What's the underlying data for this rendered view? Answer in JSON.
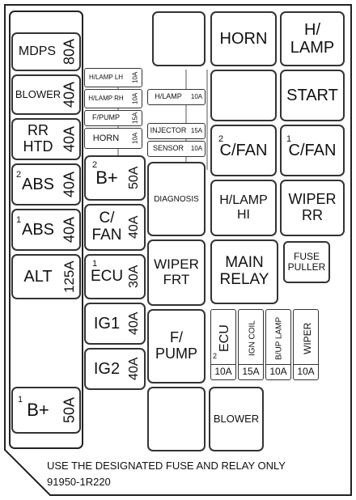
{
  "left_column": [
    {
      "name": "MDPS",
      "amp": "80A"
    },
    {
      "name": "BLOWER",
      "amp": "40A"
    },
    {
      "name": "RR HTD",
      "amp": "40A"
    },
    {
      "name": "ABS",
      "sup": "2",
      "amp": "40A"
    },
    {
      "name": "ABS",
      "sup": "1",
      "amp": "40A"
    },
    {
      "name": "ALT",
      "amp": "125A"
    },
    {
      "name": "B+",
      "sup": "1",
      "amp": "50A"
    }
  ],
  "mini_fuses_left": [
    {
      "name": "H/LAMP LH",
      "amp": "10A"
    },
    {
      "name": "H/LAMP RH",
      "amp": "10A"
    },
    {
      "name": "F/PUMP",
      "amp": "15A"
    },
    {
      "name": "HORN",
      "amp": "10A"
    }
  ],
  "mini_fuses_right": [
    {
      "name": "H/LAMP",
      "amp": "10A"
    },
    {
      "name": "INJECTOR",
      "amp": "15A"
    },
    {
      "name": "SENSOR",
      "amp": "10A"
    }
  ],
  "middle_column": [
    {
      "name": "B+",
      "sup": "2",
      "amp": "50A"
    },
    {
      "name": "C/ FAN",
      "amp": "40A"
    },
    {
      "name": "ECU",
      "sup": "1",
      "amp": "30A"
    },
    {
      "name": "IG1",
      "amp": "40A"
    },
    {
      "name": "IG2",
      "amp": "40A"
    }
  ],
  "center_relays": {
    "diagnosis": "DIAGNOSIS",
    "wiper_frt": "WIPER FRT",
    "f_pump": "F/ PUMP"
  },
  "right_relays": {
    "horn": "HORN",
    "h_lamp": "H/ LAMP",
    "start": "START",
    "c_fan_2": "C/FAN",
    "c_fan_2_sup": "2",
    "c_fan_1": "C/FAN",
    "c_fan_1_sup": "1",
    "h_lamp_hi": "H/LAMP HI",
    "wiper_rr": "WIPER RR",
    "main_relay": "MAIN RELAY",
    "fuse_puller": "FUSE PULLER",
    "blower": "BLOWER"
  },
  "bottom_small_fuses": [
    {
      "name": "ECU",
      "sup": "2",
      "amp": "10A"
    },
    {
      "name": "IGN COIL",
      "amp": "15A"
    },
    {
      "name": "B/UP LAMP",
      "amp": "10A"
    },
    {
      "name": "WIPER",
      "amp": "10A"
    }
  ],
  "footer": {
    "notice": "USE THE DESIGNATED FUSE AND RELAY ONLY",
    "part_number": "91950-1R220"
  }
}
